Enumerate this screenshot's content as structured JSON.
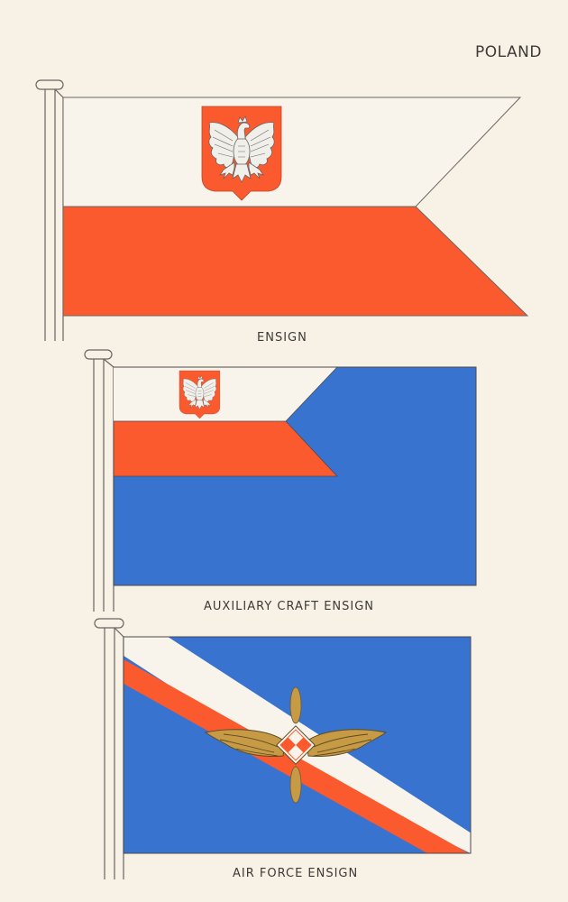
{
  "page": {
    "title": "POLAND",
    "background": "#f7f1e6"
  },
  "colors": {
    "red": "#fb5a2e",
    "blue": "#3873cf",
    "white": "#f8f4ec",
    "gold": "#c79a45",
    "outline": "#5a5552",
    "text": "#3d3a37"
  },
  "flags": [
    {
      "id": "ensign",
      "caption": "ENSIGN",
      "shape": "swallow-tailed",
      "fields": [
        "white upper band with coat of arms",
        "red lower band"
      ],
      "emblem": "white-eagle-on-red-shield"
    },
    {
      "id": "auxiliary-craft-ensign",
      "caption": "AUXILIARY CRAFT ENSIGN",
      "shape": "rectangular",
      "fields": [
        "white canton with coat of arms",
        "red swallow-tailed band",
        "blue field"
      ],
      "emblem": "white-eagle-on-red-shield"
    },
    {
      "id": "air-force-ensign",
      "caption": "AIR FORCE ENSIGN",
      "shape": "rectangular",
      "fields": [
        "blue field",
        "white diagonal stripe",
        "red diagonal stripe"
      ],
      "emblem": "winged-propeller-with-checkerboard"
    }
  ]
}
